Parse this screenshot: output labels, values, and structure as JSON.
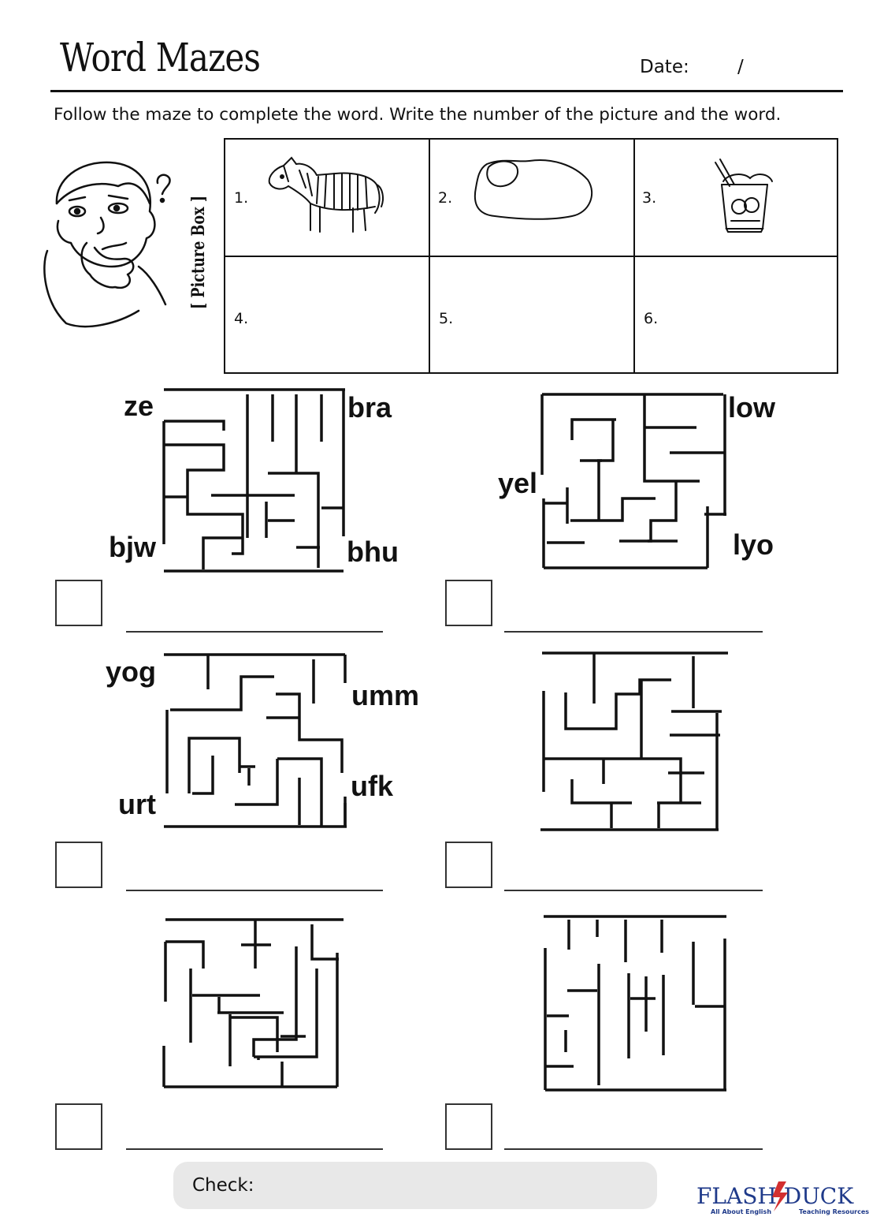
{
  "header": {
    "title": "Word Mazes",
    "date_label": "Date:",
    "date_slash": "/"
  },
  "instructions": "Follow the maze to complete the word. Write the number of the picture and the word.",
  "picture_box": {
    "label": "[ Picture Box ]",
    "cells": [
      {
        "number": "1.",
        "icon": "zebra-icon"
      },
      {
        "number": "2.",
        "icon": "egg-icon"
      },
      {
        "number": "3.",
        "icon": "yogurt-cup-icon"
      },
      {
        "number": "4."
      },
      {
        "number": "5."
      },
      {
        "number": "6."
      }
    ]
  },
  "mazes": [
    {
      "fragments": [
        "ze",
        "bra",
        "bjw",
        "bhu"
      ]
    },
    {
      "fragments": [
        "low",
        "yel",
        "lyo"
      ]
    },
    {
      "fragments": [
        "yog",
        "umm",
        "urt",
        "ufk"
      ]
    },
    {
      "fragments": []
    },
    {
      "fragments": []
    },
    {
      "fragments": []
    }
  ],
  "footer": {
    "check_label": "Check:",
    "logo_main": "FLASH DUCK",
    "logo_tag_left": "All About English",
    "logo_tag_right": "Teaching Resources",
    "logo_color": "#1f3a8a",
    "accent_color": "#d32f2f"
  }
}
